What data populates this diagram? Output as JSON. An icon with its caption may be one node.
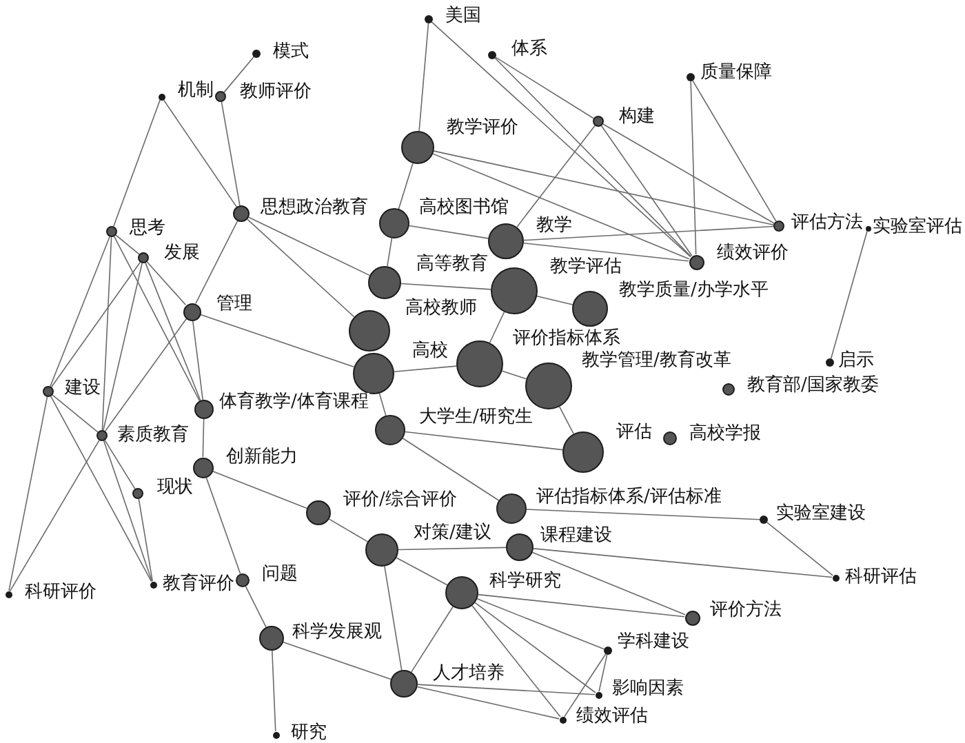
{
  "diagram": {
    "nodes": [
      {
        "text": [
          "美国"
        ]
      },
      {
        "text": [
          "模式"
        ]
      },
      {
        "text": [
          "体系"
        ]
      },
      {
        "text": [
          "质量保障"
        ]
      },
      {
        "text": [
          "机制"
        ]
      },
      {
        "text": [
          "教师评价"
        ]
      },
      {
        "text": [
          "构建"
        ]
      },
      {
        "text": [
          "教学评价"
        ]
      },
      {
        "text": [
          "思想政治教育"
        ]
      },
      {
        "text": [
          "高校图书馆"
        ]
      },
      {
        "text": [
          "教学"
        ]
      },
      {
        "text": [
          "思考"
        ]
      },
      {
        "text": [
          "发展"
        ]
      },
      {
        "text": [
          "评估方法"
        ]
      },
      {
        "text": [
          "实验室评估"
        ]
      },
      {
        "text": [
          "绩效评价"
        ]
      },
      {
        "text": [
          "高等教育"
        ]
      },
      {
        "text": [
          "教学评估"
        ]
      },
      {
        "text": [
          "教学质量/办学水平"
        ]
      },
      {
        "text": [
          "管理"
        ]
      },
      {
        "text": [
          "高校教师"
        ]
      },
      {
        "text": [
          "评价指标体系"
        ]
      },
      {
        "text": [
          "高校"
        ]
      },
      {
        "text": [
          "教学管理/教育改革"
        ]
      },
      {
        "text": [
          "启示"
        ]
      },
      {
        "text": [
          "建设"
        ]
      },
      {
        "text": [
          "教育部/国家教委"
        ]
      },
      {
        "text": [
          "体育教学/体育课程"
        ]
      },
      {
        "text": [
          "大学生/研究生"
        ]
      },
      {
        "text": [
          "素质教育"
        ]
      },
      {
        "text": [
          "评估"
        ]
      },
      {
        "text": [
          "高校学报"
        ]
      },
      {
        "text": [
          "创新能力"
        ]
      },
      {
        "text": [
          "现状"
        ]
      },
      {
        "text": [
          "评价/综合评价"
        ]
      },
      {
        "text": [
          "评估指标体系/评估标准"
        ]
      },
      {
        "text": [
          "对策/建议"
        ]
      },
      {
        "text": [
          "课程建设"
        ]
      },
      {
        "text": [
          "实验室建设"
        ]
      },
      {
        "text": [
          "科研评价"
        ]
      },
      {
        "text": [
          "教育评价"
        ]
      },
      {
        "text": [
          "问题"
        ]
      },
      {
        "text": [
          "科学研究"
        ]
      },
      {
        "text": [
          "科研评估"
        ]
      },
      {
        "text": [
          "评价方法"
        ]
      },
      {
        "text": [
          "科学发展观"
        ]
      },
      {
        "text": [
          "学科建设"
        ]
      },
      {
        "text": [
          "人才培养"
        ]
      },
      {
        "text": [
          "影响因素"
        ]
      },
      {
        "text": [
          "绩效评估"
        ]
      },
      {
        "text": [
          "研究"
        ]
      }
    ],
    "edges": [
      {
        "from": 0,
        "to": 7,
        "arrow": "none"
      },
      {
        "from": 0,
        "to": 15,
        "arrow": "none"
      },
      {
        "from": 1,
        "to": 5,
        "arrow": "none"
      },
      {
        "from": 2,
        "to": 6,
        "arrow": "none"
      },
      {
        "from": 2,
        "to": 15,
        "arrow": "none"
      },
      {
        "from": 3,
        "to": 13,
        "arrow": "none"
      },
      {
        "from": 3,
        "to": 15,
        "arrow": "none"
      },
      {
        "from": 4,
        "to": 8,
        "arrow": "none"
      },
      {
        "from": 4,
        "to": 11,
        "arrow": "none"
      },
      {
        "from": 5,
        "to": 8,
        "arrow": "none"
      },
      {
        "from": 6,
        "to": 10,
        "arrow": "none"
      },
      {
        "from": 6,
        "to": 13,
        "arrow": "none"
      },
      {
        "from": 6,
        "to": 15,
        "arrow": "none"
      },
      {
        "from": 7,
        "to": 9,
        "arrow": "none"
      },
      {
        "from": 7,
        "to": 13,
        "arrow": "none"
      },
      {
        "from": 7,
        "to": 15,
        "arrow": "none"
      },
      {
        "from": 8,
        "to": 16,
        "arrow": "none"
      },
      {
        "from": 8,
        "to": 19,
        "arrow": "none"
      },
      {
        "from": 8,
        "to": 20,
        "arrow": "none"
      },
      {
        "from": 9,
        "to": 10,
        "arrow": "none"
      },
      {
        "from": 9,
        "to": 16,
        "arrow": "none"
      },
      {
        "from": 10,
        "to": 13,
        "arrow": "none"
      },
      {
        "from": 10,
        "to": 15,
        "arrow": "none"
      },
      {
        "from": 11,
        "to": 12,
        "arrow": "none"
      },
      {
        "from": 11,
        "to": 25,
        "arrow": "none"
      },
      {
        "from": 11,
        "to": 27,
        "arrow": "none"
      },
      {
        "from": 11,
        "to": 29,
        "arrow": "none"
      },
      {
        "from": 12,
        "to": 19,
        "arrow": "none"
      },
      {
        "from": 12,
        "to": 25,
        "arrow": "none"
      },
      {
        "from": 12,
        "to": 27,
        "arrow": "none"
      },
      {
        "from": 12,
        "to": 29,
        "arrow": "none"
      },
      {
        "from": 14,
        "to": 24,
        "arrow": "none"
      },
      {
        "from": 16,
        "to": 17,
        "arrow": "none"
      },
      {
        "from": 17,
        "to": 18,
        "arrow": "none"
      },
      {
        "from": 17,
        "to": 21,
        "arrow": "none"
      },
      {
        "from": 19,
        "to": 22,
        "arrow": "none"
      },
      {
        "from": 19,
        "to": 27,
        "arrow": "none"
      },
      {
        "from": 19,
        "to": 29,
        "arrow": "none"
      },
      {
        "from": 21,
        "to": 22,
        "arrow": "none"
      },
      {
        "from": 21,
        "to": 23,
        "arrow": "none"
      },
      {
        "from": 22,
        "to": 28,
        "arrow": "none"
      },
      {
        "from": 23,
        "to": 30,
        "arrow": "none"
      },
      {
        "from": 25,
        "to": 29,
        "arrow": "none"
      },
      {
        "from": 25,
        "to": 39,
        "arrow": "none"
      },
      {
        "from": 25,
        "to": 40,
        "arrow": "none"
      },
      {
        "from": 27,
        "to": 32,
        "arrow": "none"
      },
      {
        "from": 28,
        "to": 30,
        "arrow": "none"
      },
      {
        "from": 28,
        "to": 35,
        "arrow": "none"
      },
      {
        "from": 29,
        "to": 33,
        "arrow": "none"
      },
      {
        "from": 29,
        "to": 39,
        "arrow": "none"
      },
      {
        "from": 29,
        "to": 40,
        "arrow": "none"
      },
      {
        "from": 32,
        "to": 34,
        "arrow": "none"
      },
      {
        "from": 32,
        "to": 41,
        "arrow": "none"
      },
      {
        "from": 33,
        "to": 40,
        "arrow": "none"
      },
      {
        "from": 34,
        "to": 36,
        "arrow": "none"
      },
      {
        "from": 35,
        "to": 38,
        "arrow": "none"
      },
      {
        "from": 36,
        "to": 37,
        "arrow": "none"
      },
      {
        "from": 36,
        "to": 42,
        "arrow": "none"
      },
      {
        "from": 36,
        "to": 47,
        "arrow": "none"
      },
      {
        "from": 37,
        "to": 43,
        "arrow": "none"
      },
      {
        "from": 37,
        "to": 44,
        "arrow": "none"
      },
      {
        "from": 38,
        "to": 43,
        "arrow": "none"
      },
      {
        "from": 41,
        "to": 45,
        "arrow": "none"
      },
      {
        "from": 42,
        "to": 44,
        "arrow": "none"
      },
      {
        "from": 42,
        "to": 46,
        "arrow": "none"
      },
      {
        "from": 42,
        "to": 47,
        "arrow": "none"
      },
      {
        "from": 42,
        "to": 48,
        "arrow": "none"
      },
      {
        "from": 42,
        "to": 49,
        "arrow": "none"
      },
      {
        "from": 45,
        "to": 47,
        "arrow": "none"
      },
      {
        "from": 45,
        "to": 50,
        "arrow": "none"
      },
      {
        "from": 46,
        "to": 48,
        "arrow": "none"
      },
      {
        "from": 46,
        "to": 49,
        "arrow": "none"
      },
      {
        "from": 47,
        "to": 48,
        "arrow": "none"
      },
      {
        "from": 47,
        "to": 49,
        "arrow": "none"
      }
    ]
  }
}
